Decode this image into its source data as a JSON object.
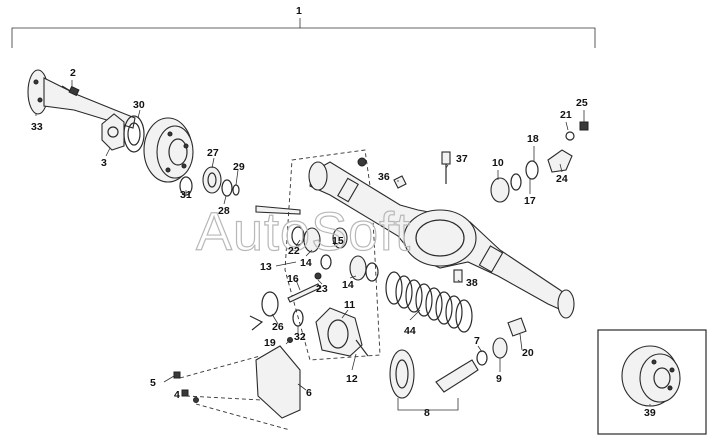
{
  "watermark": "AutoSoft",
  "callouts": [
    "1",
    "2",
    "3",
    "4",
    "5",
    "6",
    "7",
    "8",
    "9",
    "10",
    "11",
    "12",
    "13",
    "14",
    "14",
    "15",
    "16",
    "17",
    "18",
    "19",
    "20",
    "21",
    "22",
    "23",
    "24",
    "25",
    "26",
    "27",
    "28",
    "29",
    "30",
    "31",
    "32",
    "33",
    "36",
    "37",
    "38",
    "39",
    "44"
  ],
  "colors": {
    "line": "#2a2a2a",
    "watermark": "#b8b8b8",
    "background": "#ffffff"
  }
}
